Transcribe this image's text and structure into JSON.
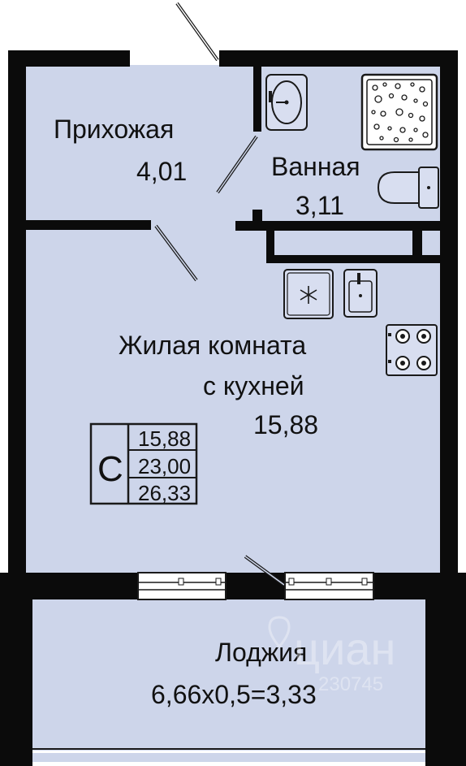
{
  "rooms": {
    "hallway": {
      "name": "Прихожая",
      "area": "4,01"
    },
    "bathroom": {
      "name": "Ванная",
      "area": "3,11"
    },
    "living": {
      "name_line1": "Жилая комната",
      "name_line2": "с кухней",
      "area": "15,88"
    },
    "loggia": {
      "name": "Лоджия",
      "formula": "6,66х0,5=3,33"
    }
  },
  "summary": {
    "type_letter": "С",
    "values": [
      "15,88",
      "23,00",
      "26,33"
    ]
  },
  "watermark": {
    "brand": "циан",
    "code": "230745"
  },
  "colors": {
    "floor": "#cdd5ea",
    "wall": "#0b0b0b",
    "fixture_fill": "#d8def0",
    "line": "#1a1a1a"
  },
  "icons": [
    "sink-icon",
    "shower-tray-icon",
    "toilet-icon",
    "fridge-icon",
    "kitchen-sink-icon",
    "stove-icon",
    "door-swing-icon",
    "window-icon"
  ]
}
